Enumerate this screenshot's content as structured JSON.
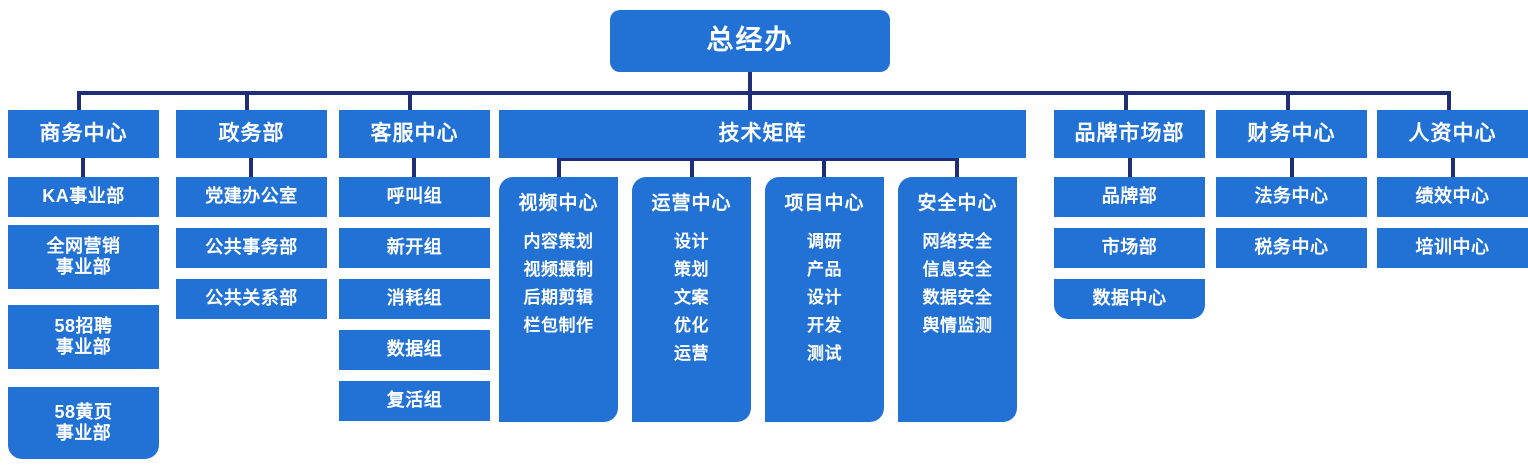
{
  "colors": {
    "node_fill": "#2272D6",
    "connector": "#1F2E77",
    "text": "#FFFFFF",
    "background": "#FFFFFF"
  },
  "root": {
    "label": "总经办"
  },
  "departments": [
    {
      "id": "business-center",
      "label": "商务中心",
      "children": [
        "KA事业部",
        "全网营销\n事业部",
        "58招聘\n事业部",
        "58黄页\n事业部"
      ]
    },
    {
      "id": "government-affairs",
      "label": "政务部",
      "children": [
        "党建办公室",
        "公共事务部",
        "公共关系部"
      ]
    },
    {
      "id": "customer-service-center",
      "label": "客服中心",
      "children": [
        "呼叫组",
        "新开组",
        "消耗组",
        "数据组",
        "复活组"
      ]
    },
    {
      "id": "technology-matrix",
      "label": "技术矩阵",
      "groups": [
        {
          "id": "video-center",
          "title": "视频中心",
          "items": [
            "内容策划",
            "视频摄制",
            "后期剪辑",
            "栏包制作"
          ]
        },
        {
          "id": "operations-center",
          "title": "运营中心",
          "items": [
            "设计",
            "策划",
            "文案",
            "优化",
            "运营"
          ]
        },
        {
          "id": "project-center",
          "title": "项目中心",
          "items": [
            "调研",
            "产品",
            "设计",
            "开发",
            "测试"
          ]
        },
        {
          "id": "security-center",
          "title": "安全中心",
          "items": [
            "网络安全",
            "信息安全",
            "数据安全",
            "舆情监测"
          ]
        }
      ]
    },
    {
      "id": "brand-marketing",
      "label": "品牌市场部",
      "children": [
        "品牌部",
        "市场部",
        "数据中心"
      ]
    },
    {
      "id": "finance-center",
      "label": "财务中心",
      "children": [
        "法务中心",
        "税务中心"
      ]
    },
    {
      "id": "hr-center",
      "label": "人资中心",
      "children": [
        "绩效中心",
        "培训中心"
      ]
    }
  ]
}
